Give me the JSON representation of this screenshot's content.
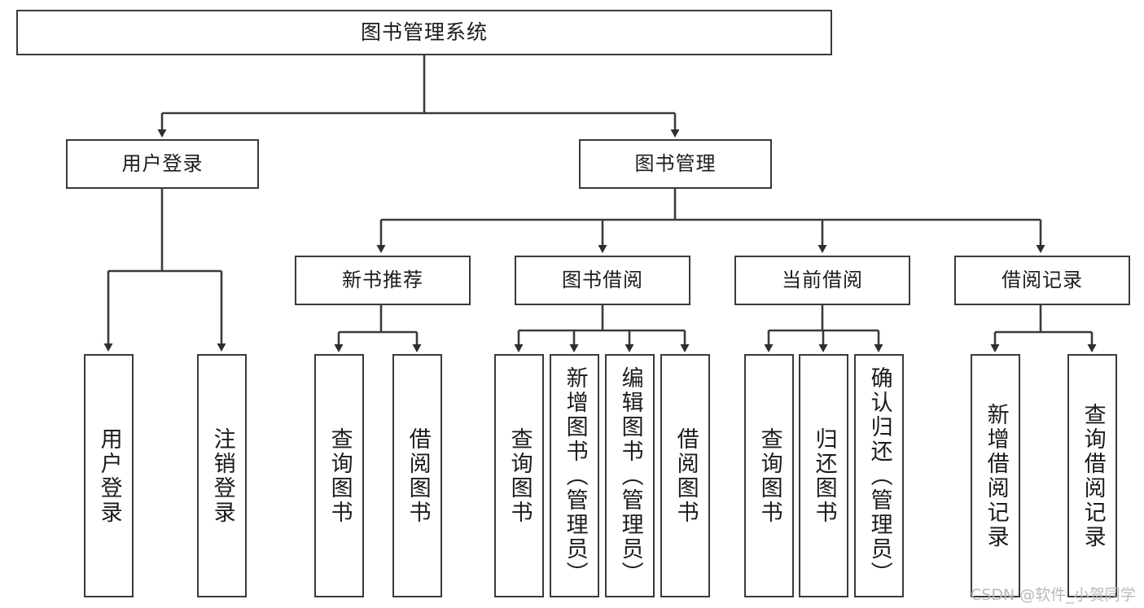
{
  "diagram": {
    "title": "图书管理系统",
    "type": "functional-structure-tree",
    "nodes": {
      "root": {
        "label": "图书管理系统"
      },
      "level2": [
        {
          "id": "user-login",
          "label": "用户登录"
        },
        {
          "id": "book-manage",
          "label": "图书管理"
        }
      ],
      "level3": [
        {
          "id": "new-book-recommend",
          "label": "新书推荐"
        },
        {
          "id": "book-borrow",
          "label": "图书借阅"
        },
        {
          "id": "current-borrow",
          "label": "当前借阅"
        },
        {
          "id": "borrow-record",
          "label": "借阅记录"
        }
      ],
      "leaves": {
        "user_login": [
          {
            "id": "leaf-user-login",
            "label": "用户登录"
          },
          {
            "id": "leaf-logout",
            "label": "注销登录"
          }
        ],
        "new_book_recommend": [
          {
            "id": "leaf-query-book-1",
            "label": "查询图书"
          },
          {
            "id": "leaf-borrow-book-1",
            "label": "借阅图书"
          }
        ],
        "book_borrow": [
          {
            "id": "leaf-query-book-2",
            "label": "查询图书"
          },
          {
            "id": "leaf-add-book",
            "label": "新增图书（管理员）"
          },
          {
            "id": "leaf-edit-book",
            "label": "编辑图书（管理员）"
          },
          {
            "id": "leaf-borrow-book-2",
            "label": "借阅图书"
          }
        ],
        "current_borrow": [
          {
            "id": "leaf-query-book-3",
            "label": "查询图书"
          },
          {
            "id": "leaf-return-book",
            "label": "归还图书"
          },
          {
            "id": "leaf-confirm-return",
            "label": "确认归还（管理员）"
          }
        ],
        "borrow_record": [
          {
            "id": "leaf-add-record",
            "label": "新增借阅记录"
          },
          {
            "id": "leaf-query-record",
            "label": "查询借阅记录"
          }
        ]
      }
    },
    "colors": {
      "stroke": "#3a3a3a",
      "text": "#1b1b1b",
      "background": "#ffffff",
      "watermark": "#b9b9b9"
    }
  },
  "watermark": {
    "text": "CSDN @软件_小贺同学"
  }
}
